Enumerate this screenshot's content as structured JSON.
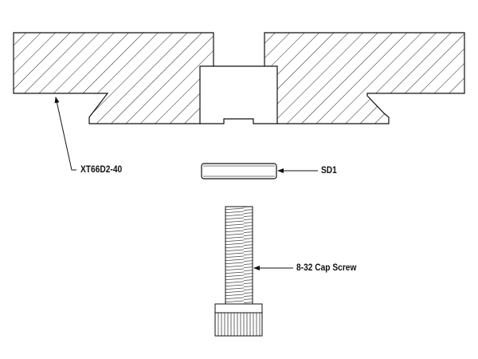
{
  "labels": {
    "plate": "XT66D2-40",
    "spacer": "SD1",
    "screw": "8-32 Cap Screw"
  },
  "colors": {
    "line": "#111111",
    "background": "#ffffff"
  }
}
